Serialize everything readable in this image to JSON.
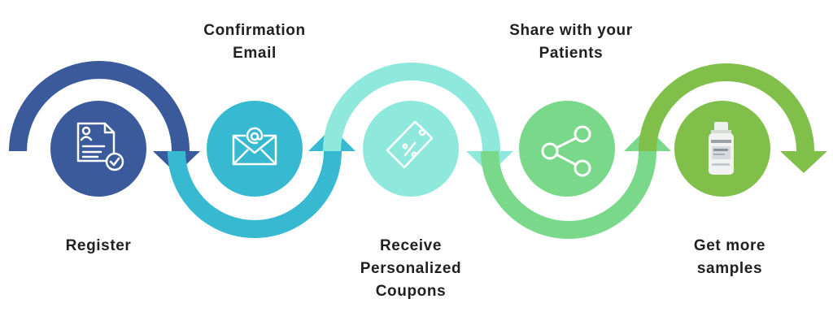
{
  "steps": [
    {
      "lines": [
        "Register"
      ],
      "color": "#3a5a9b",
      "icon": "document-user-check-icon"
    },
    {
      "lines": [
        "Confirmation",
        "Email"
      ],
      "color": "#36b9d1",
      "icon": "email-at-icon"
    },
    {
      "lines": [
        "Receive",
        "Personalized",
        "Coupons"
      ],
      "color": "#8fe8dc",
      "icon": "coupon-tag-icon"
    },
    {
      "lines": [
        "Share with your",
        "Patients"
      ],
      "color": "#7ad88a",
      "icon": "share-icon"
    },
    {
      "lines": [
        "Get more",
        "samples"
      ],
      "color": "#7fbf4a",
      "icon": "sample-bottle-icon"
    }
  ]
}
